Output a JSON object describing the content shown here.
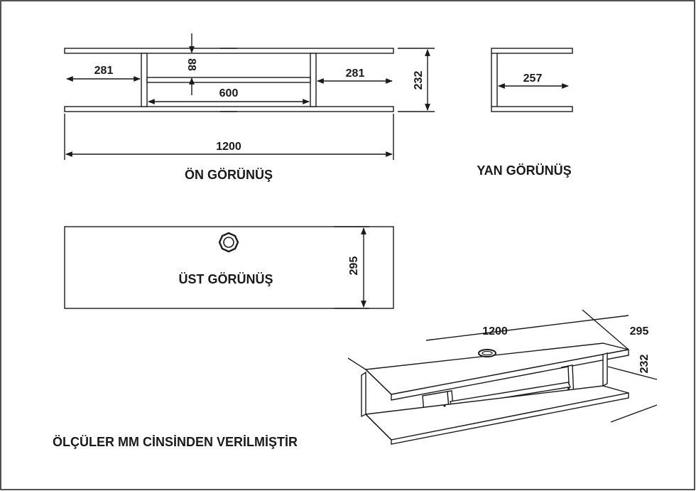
{
  "views": {
    "front": {
      "title": "ÖN GÖRÜNÜŞ",
      "dims": {
        "left_compartment": "281",
        "shelf_gap": "88",
        "right_compartment": "281",
        "middle_shelf": "600",
        "height": "232",
        "total_width": "1200"
      }
    },
    "side": {
      "title": "YAN GÖRÜNÜŞ",
      "dims": {
        "depth": "257"
      }
    },
    "top": {
      "title": "ÜST GÖRÜNÜŞ",
      "dims": {
        "depth": "295"
      }
    },
    "iso": {
      "dims": {
        "width": "1200",
        "depth": "295",
        "height": "232"
      }
    }
  },
  "footer": {
    "note": "ÖLÇÜLER MM CİNSİNDEN VERİLMİŞTİR"
  }
}
